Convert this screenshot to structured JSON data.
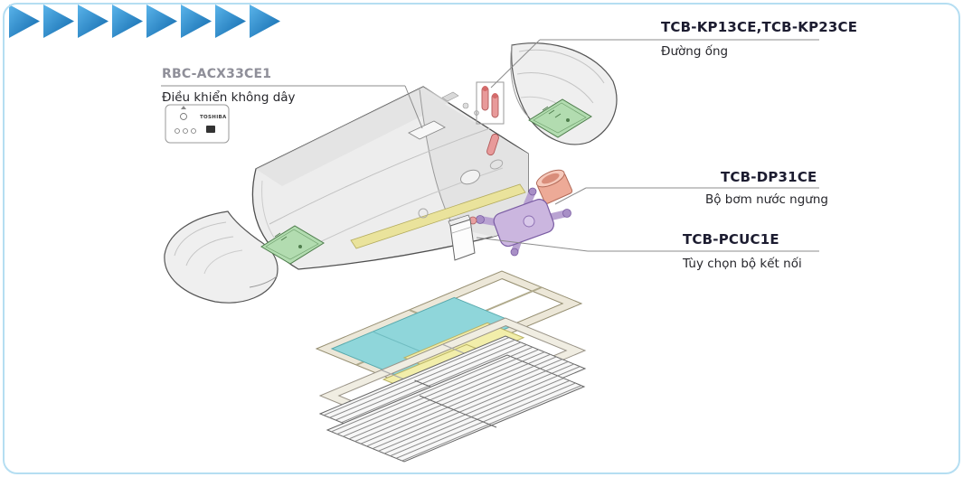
{
  "palette": {
    "frame_border": "#b5def2",
    "arrow_blue_light": "#5ab4ea",
    "arrow_blue_dark": "#0f67ab",
    "leader_gray": "#8c8c8c",
    "label_dark": "#1c1c30",
    "label_gray": "#8f8f99",
    "body_gray": "#ededed",
    "pcb_green": "#b2dcb0",
    "pipe_pink": "#e89a9a",
    "pump_purple": "#cbb6df",
    "cup_pink": "#edaa97",
    "filter_teal": "#8fd6da",
    "filter_yellow": "#f2eeaa",
    "frame_tan": "#ece7d8"
  },
  "callouts": {
    "pipe_kit": {
      "model": "TCB-KP13CE,TCB-KP23CE",
      "label": "Đường ống"
    },
    "remote_control": {
      "model": "RBC-ACX33CE1",
      "label": "Điều khiển không dây",
      "brand": "TOSHIBA"
    },
    "drain_pump": {
      "model": "TCB-DP31CE",
      "label": "Bộ bơm nước ngưng"
    },
    "connector_kit": {
      "model": "TCB-PCUC1E",
      "label": "Tùy chọn bộ kết nối"
    }
  }
}
